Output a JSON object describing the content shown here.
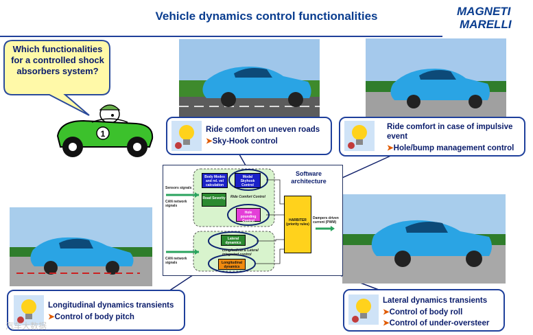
{
  "title": "Vehicle dynamics control functionalities",
  "logo": {
    "line1": "MAGNETI",
    "line2": "MARELLI"
  },
  "question": "Which functionalities for a controlled shock absorbers system?",
  "features": {
    "ride_uneven": {
      "title": "Ride comfort on uneven roads",
      "items": [
        "Sky-Hook control"
      ]
    },
    "ride_impulsive": {
      "title": "Ride comfort in case of impulsive event",
      "items": [
        "Hole/bump management control"
      ]
    },
    "longitudinal": {
      "title": "Longitudinal dynamics transients",
      "items": [
        "Control of body pitch"
      ]
    },
    "lateral": {
      "title": "Lateral dynamics transients",
      "items": [
        "Control of body roll",
        "Control of under-oversteer"
      ]
    }
  },
  "architecture": {
    "title": "Software architecture",
    "sensors_label": "Sensors signals",
    "can_label_top": "CAN network signals",
    "can_label_bottom": "CAN network signals",
    "body_modes": "Body Modes and rel. vel calculation",
    "modal_skyhook": "Modal Skyhook Control",
    "road_severity": "Road Severity",
    "ride_comfort": "Ride Comfort Control",
    "hole_pounding": "Hole pounding Control",
    "lateral": "Lateral dynamics",
    "long_lat": "Longitudinal & Lateral integrated control",
    "longitudinal": "Longitudinal dynamics",
    "harbiter": "HARBITER (priority rules)",
    "dampers": "Dampers driven current (PWM)"
  },
  "watermark": "汽车大数据",
  "colors": {
    "title": "#0a3d8f",
    "border": "#1e3f9b",
    "text": "#0a1c6b",
    "arrow": "#e05a00"
  }
}
